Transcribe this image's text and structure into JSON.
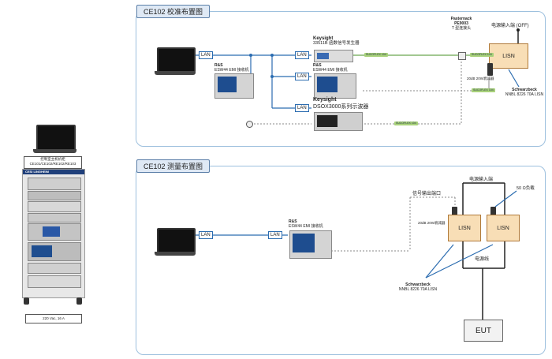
{
  "panel_top": {
    "title": "CE102 校准布置图",
    "lan_labels": [
      "LAN",
      "LAN",
      "LAN",
      "LAN"
    ],
    "keysight_gen": {
      "brand": "Keysight",
      "model": "33511B 函数信号发生器"
    },
    "rs_left": {
      "brand": "R&S",
      "model": "ESW44 EMI 接收机"
    },
    "rs_mid": {
      "brand": "R&S",
      "model": "ESW44 EMI 接收机"
    },
    "keysight_scope": {
      "brand": "Keysight",
      "model": "DSOX3000系列示波器"
    },
    "pasternack": {
      "brand": "Pasternack",
      "model": "PE9003",
      "desc": "T 型连接头"
    },
    "power_in": "电源输入端 (OFF)",
    "lisn": "LISN",
    "attenuator": "20dB 20W衰减器",
    "schwarzbeck": {
      "brand": "Schwarzbeck",
      "model": "NNBL 8226 70A LISN"
    },
    "cable_labels": [
      "SUCOFLEX 104",
      "SUCOFLEX 104",
      "SUCOFLEX 104",
      "SUCOFLEX 104"
    ]
  },
  "panel_bottom": {
    "title": "CE102 测量布置图",
    "lan_labels": [
      "LAN",
      "LAN"
    ],
    "rs": {
      "brand": "R&S",
      "model": "ESW44 EMI 接收机"
    },
    "signal_port": "信号输出端口",
    "power_in": "电源输入端",
    "load": "50 Ω负载",
    "attenuator": "20dB 20W衰减器",
    "lisn_a": "LISN",
    "lisn_b": "LISN",
    "power_line": "电源线",
    "schwarzbeck": {
      "brand": "Schwarzbeck",
      "model": "NNBL 8226 70A LISN"
    },
    "eut": "EUT"
  },
  "rack": {
    "label_line1": "控制室主机机柜",
    "label_line2": "CE101/CE102/RE102/RE103",
    "brand_strip": "CESI LINGHEIM",
    "footer": "220 Vac, 16 A"
  }
}
